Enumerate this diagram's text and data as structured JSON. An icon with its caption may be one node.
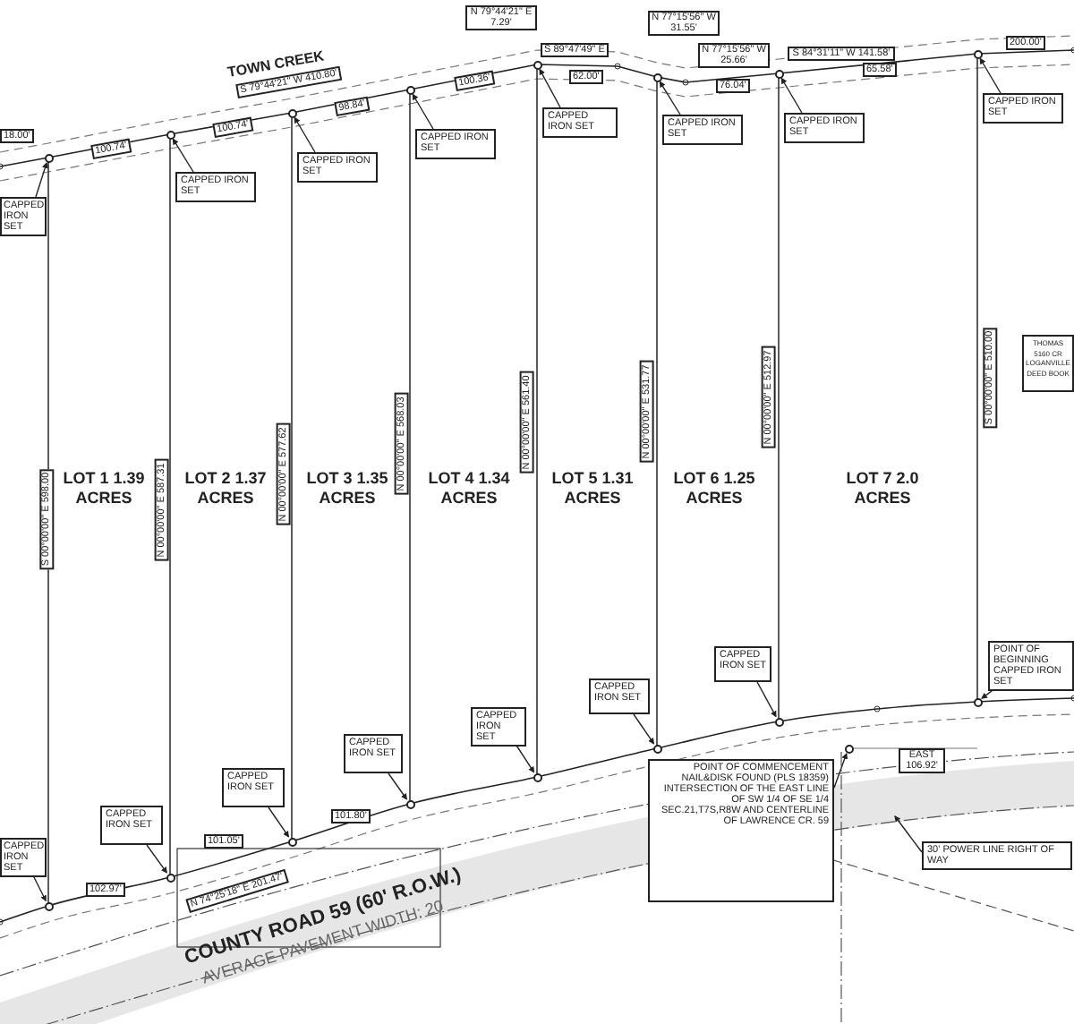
{
  "diagram": {
    "nodes": [
      {
        "text": [
          "CAPPED IRON SET"
        ]
      },
      {
        "text": [
          "CAPPED IRON SET"
        ]
      },
      {
        "text": [
          "CAPPED IRON SET"
        ]
      },
      {
        "text": [
          "CAPPED IRON SET"
        ]
      },
      {
        "text": [
          "CAPPED IRON SET"
        ]
      },
      {
        "text": [
          "CAPPED IRON SET"
        ]
      },
      {
        "text": [
          "CAPPED IRON SET"
        ]
      },
      {
        "text": [
          "CAPPED IRON SET"
        ]
      },
      {
        "text": [
          "CAPPED IRON SET"
        ]
      },
      {
        "text": [
          "CAPPED IRON SET"
        ]
      },
      {
        "text": [
          "CAPPED IRON SET"
        ]
      },
      {
        "text": [
          "CAPPED IRON SET"
        ]
      },
      {
        "text": [
          "CAPPED IRON SET"
        ]
      },
      {
        "text": [
          "CAPPED IRON SET"
        ]
      },
      {
        "text": [
          "CAPPED IRON SET"
        ]
      },
      {
        "text": [
          "POINT OF BEGINNING CAPPED IRON SET"
        ]
      },
      {
        "text": [
          "POINT OF COMMENCEMENT NAIL&DISK FOUND (PLS 18359) INTERSECTION OF THE EAST LINE OF SW 1/4 OF SE 1/4 SEC.21,T7S,R8W AND CENTERLINE OF LAWRENCE CR. 59"
        ]
      },
      {
        "text": [
          "30' POWER LINE RIGHT OF WAY"
        ]
      },
      {
        "text": [
          "THOMAS 5160 CR LOGANVILLE DEED BOOK"
        ]
      },
      {
        "text": [],
        "shape": "circle"
      },
      {
        "text": [],
        "shape": "circle"
      },
      {
        "text": [],
        "shape": "circle"
      },
      {
        "text": [],
        "shape": "circle"
      },
      {
        "text": [],
        "shape": "circle"
      },
      {
        "text": [],
        "shape": "circle"
      },
      {
        "text": [],
        "shape": "circle"
      },
      {
        "text": [],
        "shape": "circle"
      },
      {
        "text": [],
        "shape": "circle"
      },
      {
        "text": [],
        "shape": "circle"
      },
      {
        "text": [],
        "shape": "circle"
      },
      {
        "text": [],
        "shape": "circle"
      },
      {
        "text": [],
        "shape": "circle"
      },
      {
        "text": [],
        "shape": "circle"
      },
      {
        "text": [],
        "shape": "circle"
      },
      {
        "text": [],
        "shape": "circle"
      },
      {
        "text": [],
        "shape": "circle"
      }
    ],
    "edges": [
      {
        "from": 0,
        "to": 19,
        "arrow": "to"
      },
      {
        "from": 1,
        "to": 20,
        "arrow": "to"
      },
      {
        "from": 2,
        "to": 21,
        "arrow": "to"
      },
      {
        "from": 3,
        "to": 22,
        "arrow": "to"
      },
      {
        "from": 4,
        "to": 23,
        "arrow": "to"
      },
      {
        "from": 5,
        "to": 24,
        "arrow": "to"
      },
      {
        "from": 6,
        "to": 25,
        "arrow": "to"
      },
      {
        "from": 7,
        "to": 26,
        "arrow": "to"
      },
      {
        "from": 8,
        "to": 27,
        "arrow": "to"
      },
      {
        "from": 9,
        "to": 28,
        "arrow": "to"
      },
      {
        "from": 10,
        "to": 29,
        "arrow": "to"
      },
      {
        "from": 11,
        "to": 30,
        "arrow": "to"
      },
      {
        "from": 12,
        "to": 31,
        "arrow": "to"
      },
      {
        "from": 13,
        "to": 32,
        "arrow": "to"
      },
      {
        "from": 14,
        "to": 33,
        "arrow": "to"
      },
      {
        "from": 15,
        "to": 34,
        "arrow": "to"
      },
      {
        "from": 16,
        "to": 35,
        "arrow": "to"
      },
      {
        "from": 17,
        "to": null,
        "arrow": "to"
      }
    ],
    "labels": [
      "N 79°44'21\" E 7.29'",
      "TOWN CREEK",
      "S 79°44'21\" W 410.80'",
      "18.00'",
      "100.74'",
      "100.74'",
      "98.84'",
      "100.36'",
      "N 77°15'56\" W 31.55'",
      "S 89°47'49\" E",
      "62.00'",
      "N 77°15'56\" W 25.66'",
      "76.04'",
      "S 84°31'11\" W 141.58'",
      "65.58'",
      "200.00'",
      "S 00°00'00\" E 598.00",
      "N 00°00'00\" E 587.31",
      "N 00°00'00\" E 577.62",
      "N 00°00'00\" E 568.03",
      "N 00°00'00\" E 561.40",
      "N 00°00'00\" E 531.77",
      "N 00°00'00\" E 512.97",
      "S 00°00'00\" E 510.00",
      "LOT 1 1.39 ACRES",
      "LOT 2 1.37 ACRES",
      "LOT 3 1.35 ACRES",
      "LOT 4 1.34 ACRES",
      "LOT 5 1.31 ACRES",
      "LOT 6 1.25 ACRES",
      "LOT 7 2.0 ACRES",
      "102.97'",
      "101.05'",
      "N 74°25'18\" E 201.47'",
      "101.80'",
      "COUNTY ROAD 59 (60' R.O.W.)",
      "AVERAGE PAVEMENT WIDTH: 20",
      "EAST 106.92'"
    ]
  }
}
